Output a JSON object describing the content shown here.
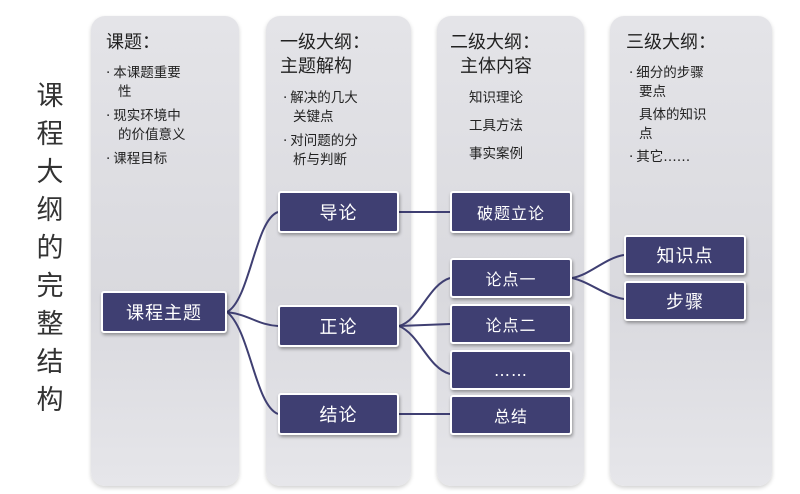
{
  "side_title": [
    "课",
    "程",
    "大",
    "纲",
    "的",
    "完",
    "整",
    "结",
    "构"
  ],
  "columns": {
    "c1": {
      "heading": "课题：",
      "bullets": [
        "本课题重要",
        "性",
        "现实环境中",
        "的价值意义",
        "课程目标"
      ]
    },
    "c2": {
      "heading_line1": "一级大纲：",
      "heading_line2": "主题解构",
      "bullets": [
        "解决的几大",
        "关键点",
        "对问题的分",
        "析与判断"
      ]
    },
    "c3": {
      "heading_line1": "二级大纲：",
      "heading_line2": "主体内容",
      "items": [
        "知识理论",
        "工具方法",
        "事实案例"
      ]
    },
    "c4": {
      "heading": "三级大纲：",
      "lines": [
        "细分的步骤",
        "要点",
        "具体的知识",
        "点",
        "其它……"
      ]
    }
  },
  "nodes": {
    "root": "课程主题",
    "intro": "导论",
    "body": "正论",
    "conclusion": "结论",
    "thesis": "破题立论",
    "point1": "论点一",
    "point2": "论点二",
    "more": "……",
    "summary": "总结",
    "knowledge": "知识点",
    "steps": "步骤"
  },
  "colors": {
    "box": "#3f3f72",
    "line": "#3f3f72",
    "panel": "#dcdce1"
  }
}
